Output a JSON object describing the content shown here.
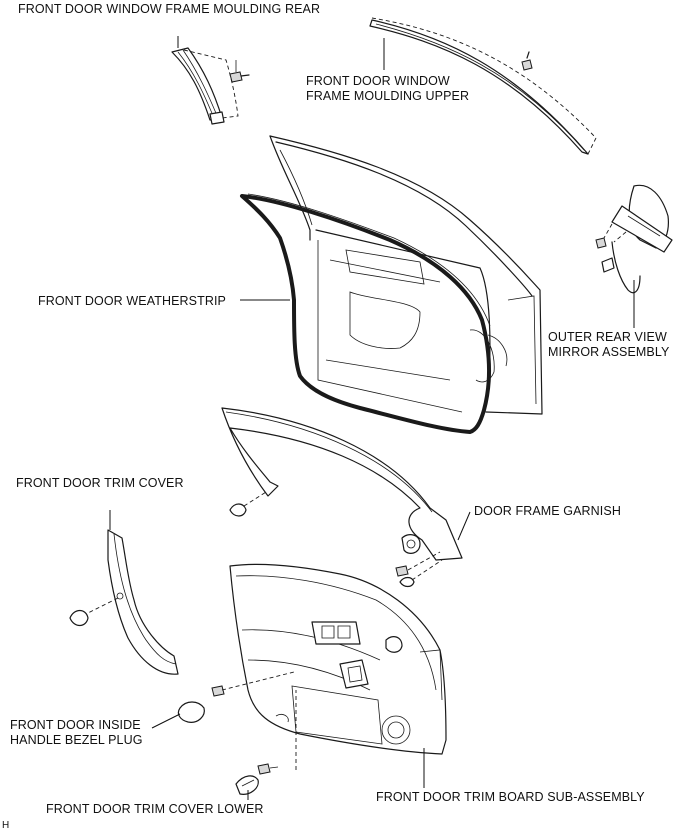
{
  "labels": {
    "moulding_rear": "FRONT DOOR WINDOW FRAME MOULDING REAR",
    "moulding_upper_line1": "FRONT DOOR WINDOW",
    "moulding_upper_line2": "FRAME MOULDING UPPER",
    "weatherstrip": "FRONT DOOR  WEATHERSTRIP",
    "mirror_line1": "OUTER REAR VIEW",
    "mirror_line2": "MIRROR ASSEMBLY",
    "trim_cover": "FRONT DOOR TRIM COVER",
    "frame_garnish": "DOOR FRAME GARNISH",
    "bezel_plug_line1": "FRONT DOOR INSIDE",
    "bezel_plug_line2": "HANDLE BEZEL PLUG",
    "trim_board": "FRONT DOOR TRIM BOARD SUB-ASSEMBLY",
    "trim_cover_lower": "FRONT DOOR TRIM COVER LOWER",
    "corner_mark": "H"
  },
  "icons": [
    "clip-icon",
    "screw-icon",
    "bolt-icon"
  ]
}
